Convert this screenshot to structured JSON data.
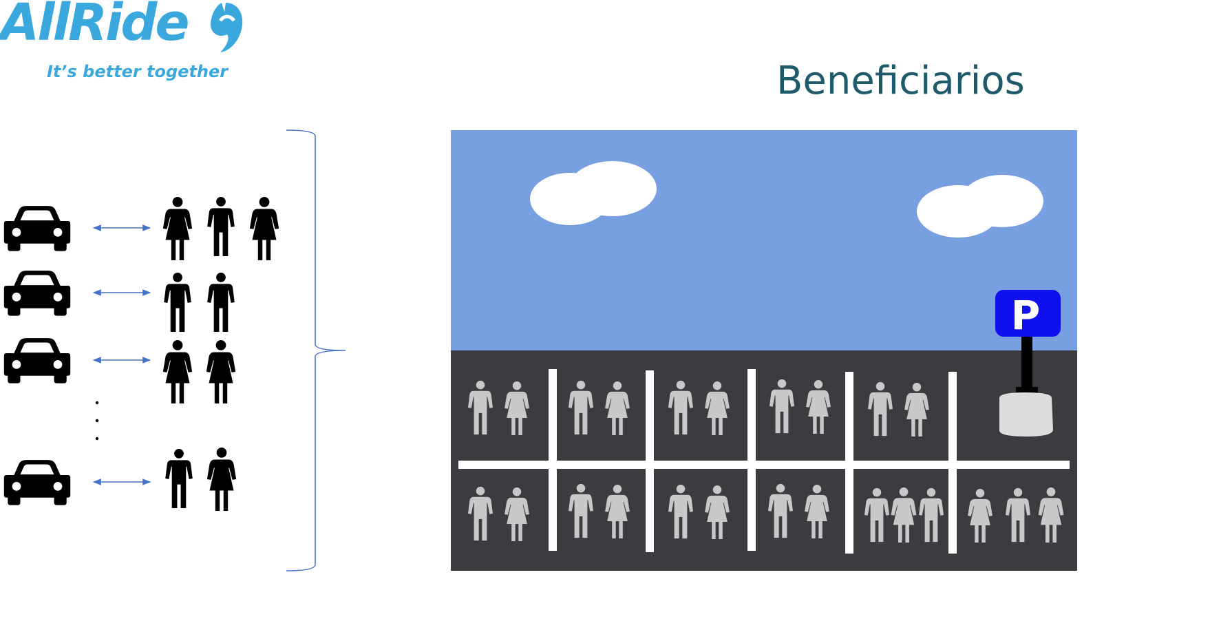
{
  "logo": {
    "name": "AllRide",
    "tagline": "It’s better together"
  },
  "title": "Beneficiarios",
  "left_panel": {
    "rows": [
      {
        "icon": "car-icon",
        "people": [
          "woman-icon",
          "man-icon",
          "woman-icon"
        ]
      },
      {
        "icon": "car-icon",
        "people": [
          "man-icon",
          "man-icon"
        ]
      },
      {
        "icon": "car-icon",
        "people": [
          "woman-icon",
          "woman-icon"
        ]
      },
      {
        "icon": "car-icon",
        "people": [
          "man-icon",
          "woman-icon"
        ]
      }
    ],
    "ellipsis": "vertical-dots",
    "connector": "double-arrow",
    "grouping": "right-brace"
  },
  "parking_scene": {
    "sky_color": "#789fdf",
    "lot_color": "#3b3b40",
    "line_color": "#ffffff",
    "person_color": "#c8c8c8",
    "sign_color": "#1010ee",
    "sign_letter": "P",
    "top_row": [
      [
        "man-icon",
        "woman-icon"
      ],
      [
        "man-icon",
        "woman-icon"
      ],
      [
        "man-icon",
        "woman-icon"
      ],
      [
        "man-icon",
        "woman-icon"
      ],
      [
        "man-icon",
        "woman-icon"
      ],
      [
        "parking-sign-icon"
      ]
    ],
    "bottom_row": [
      [
        "man-icon",
        "woman-icon"
      ],
      [
        "man-icon",
        "woman-icon"
      ],
      [
        "man-icon",
        "woman-icon"
      ],
      [
        "man-icon",
        "woman-icon"
      ],
      [
        "man-icon",
        "woman-icon",
        "man-icon"
      ],
      [
        "woman-icon",
        "man-icon",
        "woman-icon"
      ]
    ]
  },
  "colors": {
    "brand": "#3aa8dc",
    "title": "#1f5a6b",
    "arrow": "#4472c4",
    "brace": "#4472c4",
    "icon": "#000000"
  }
}
